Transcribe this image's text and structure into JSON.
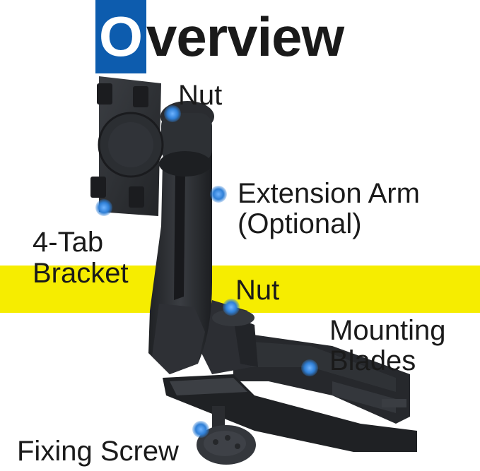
{
  "title": {
    "first_letter": "O",
    "rest": "verview"
  },
  "labels": {
    "nut_top": "Nut",
    "extension_arm_line1": "Extension Arm",
    "extension_arm_line2": "(Optional)",
    "tab_bracket_line1": "4-Tab",
    "tab_bracket_line2": "Bracket",
    "nut_middle": "Nut",
    "mounting_blades_line1": "Mounting",
    "mounting_blades_line2": "Blades",
    "fixing_screw": "Fixing Screw"
  },
  "colors": {
    "title_accent": "#0d5cae",
    "band": "#f6ed00",
    "marker": "#3f8fe0",
    "product": "#2a2c30",
    "text": "#1a1a1a"
  }
}
